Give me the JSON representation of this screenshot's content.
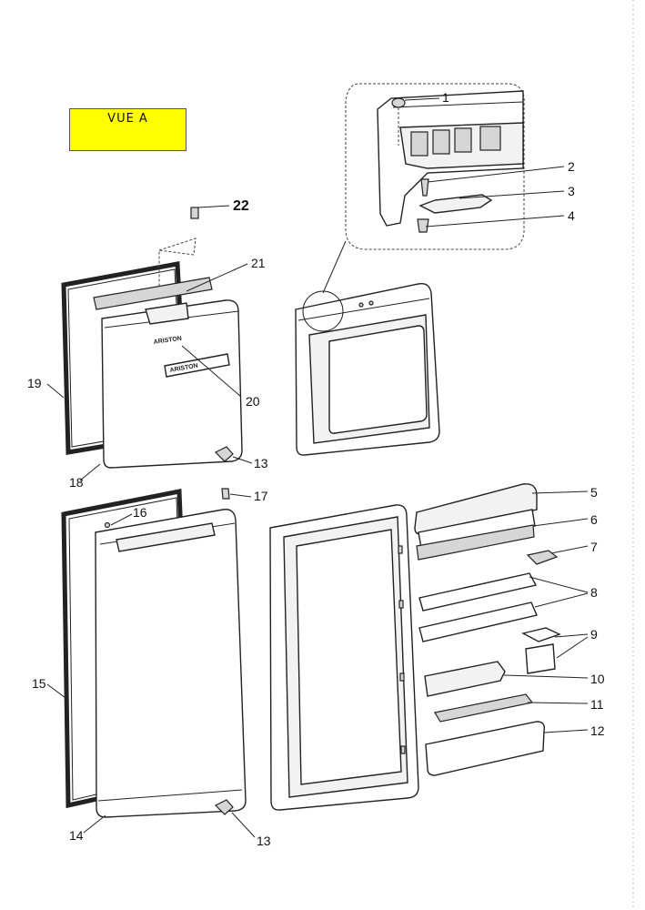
{
  "view_label": "VUE A",
  "brand_top": "ARISTON",
  "brand_badge": "ARISTON",
  "callouts": {
    "c1": "1",
    "c2": "2",
    "c3": "3",
    "c4": "4",
    "c5": "5",
    "c6": "6",
    "c7": "7",
    "c8": "8",
    "c9": "9",
    "c10": "10",
    "c11": "11",
    "c12": "12",
    "c13a": "13",
    "c13b": "13",
    "c14": "14",
    "c15": "15",
    "c16": "16",
    "c17": "17",
    "c18": "18",
    "c19": "19",
    "c20": "20",
    "c21": "21",
    "c22": "22"
  }
}
